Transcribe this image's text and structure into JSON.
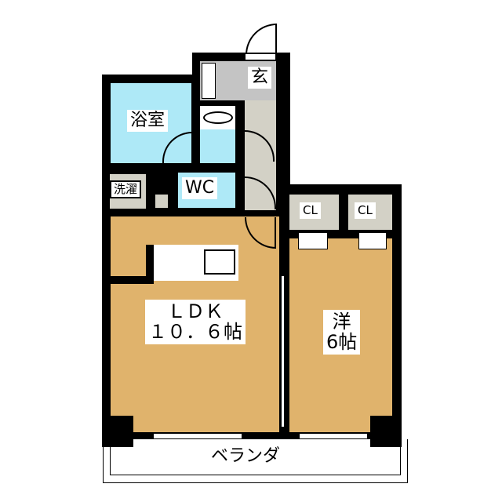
{
  "rooms": {
    "bath": "浴室",
    "entrance": "玄",
    "wc": "WC",
    "laundry": "洗濯",
    "ldk_name": "ＬＤＫ",
    "ldk_size": "１０．６帖",
    "western_name": "洋",
    "western_size": "6帖",
    "closet1": "CL",
    "closet2": "CL",
    "balcony": "ベランダ"
  },
  "colors": {
    "bath": "#aee9f7",
    "floor": "#e0b36c",
    "storage": "#d3d1c6",
    "entrance": "#c4c4c4"
  }
}
